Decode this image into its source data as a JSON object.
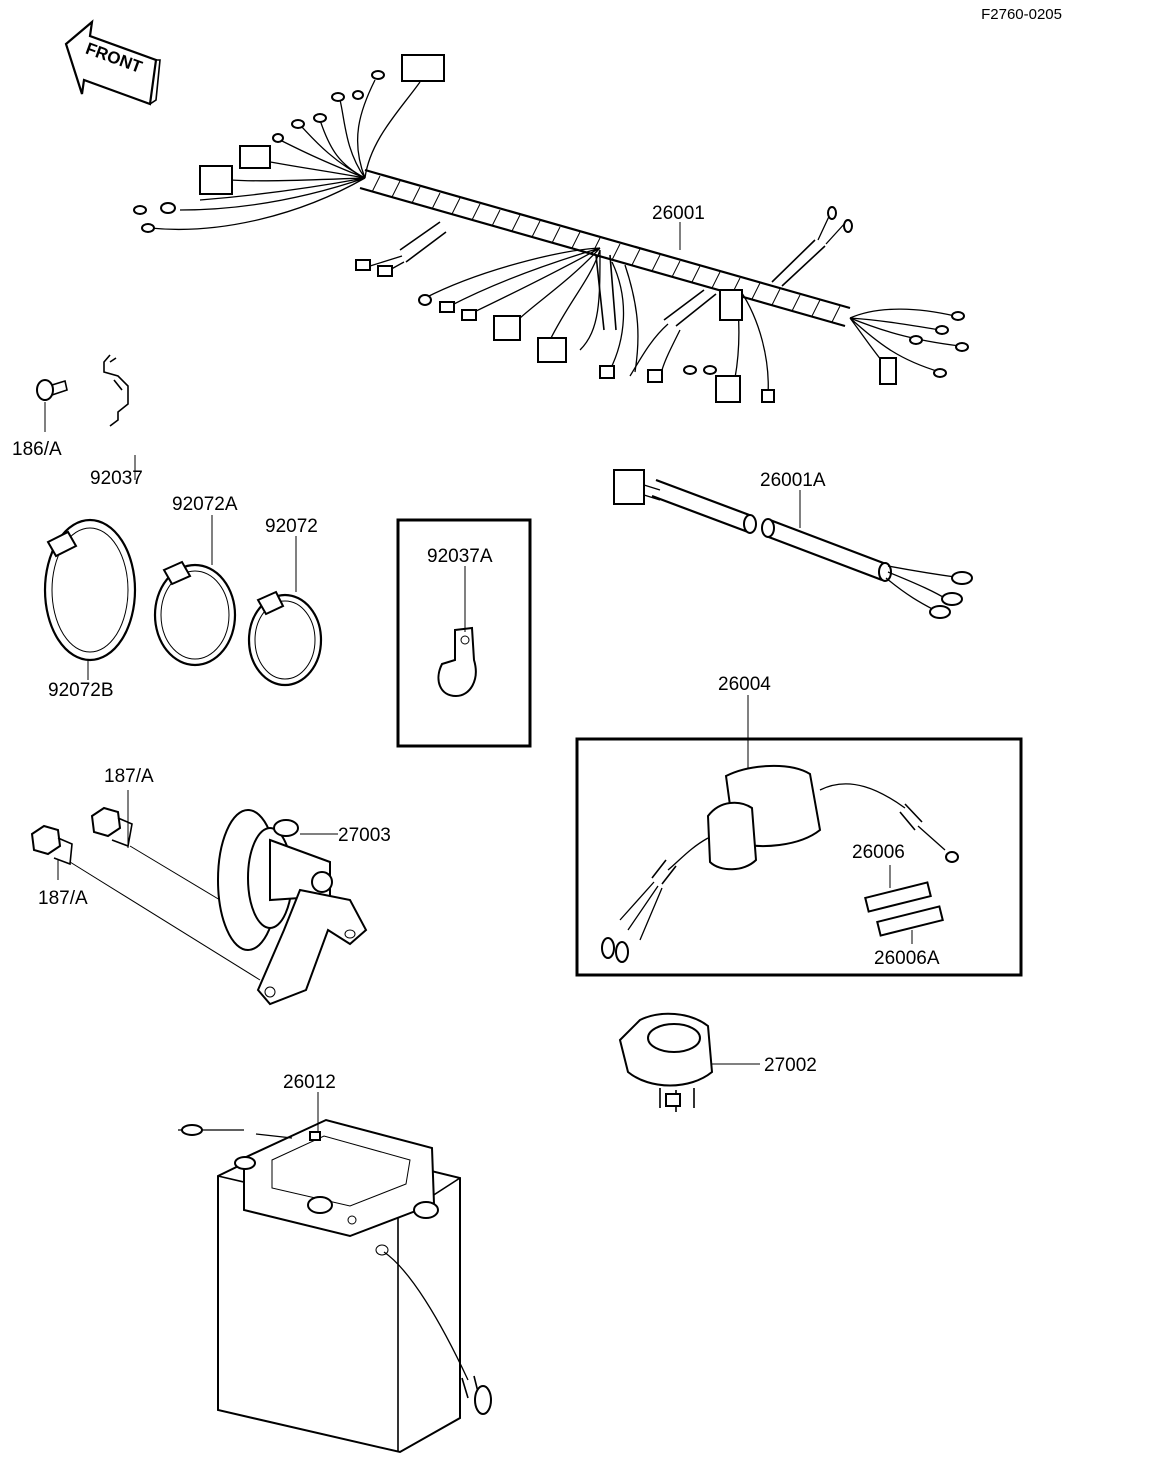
{
  "figure_code": "F2760-0205",
  "direction_arrow": {
    "label": "FRONT",
    "icon": "front-arrow-icon"
  },
  "callouts": {
    "p26001": "26001",
    "p186a": "186/A",
    "p92037": "92037",
    "p26001a": "26001A",
    "p92072a": "92072A",
    "p92072": "92072",
    "p92037a": "92037A",
    "p92072b": "92072B",
    "p26004": "26004",
    "p187a_top": "187/A",
    "p27003": "27003",
    "p187a_bottom": "187/A",
    "p26006": "26006",
    "p26006a": "26006A",
    "p27002": "27002",
    "p26012": "26012"
  }
}
